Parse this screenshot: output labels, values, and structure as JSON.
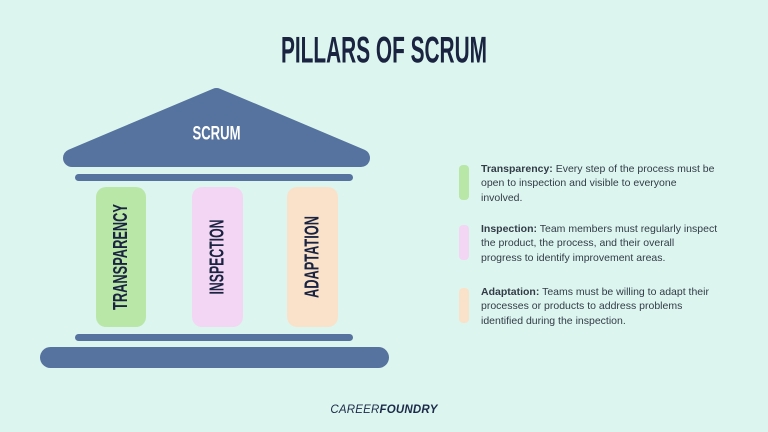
{
  "title": "PILLARS OF SCRUM",
  "colors": {
    "background": "#dcf6ef",
    "slate": "#56729e",
    "navy": "#1a2340",
    "white": "#ffffff",
    "green": "#b9e7a8",
    "pink": "#f3d6f3",
    "peach": "#fae2ca",
    "body_text": "#333b47"
  },
  "temple": {
    "roof_label": "SCRUM",
    "pillars": [
      {
        "label": "TRANSPARENCY",
        "color": "#b9e7a8"
      },
      {
        "label": "INSPECTION",
        "color": "#f3d6f3"
      },
      {
        "label": "ADAPTATION",
        "color": "#fae2ca"
      }
    ]
  },
  "legend": [
    {
      "label": "Transparency:",
      "line1": "Every step of the process must be",
      "line2": "open to inspection and visible to everyone",
      "line3": "involved.",
      "color": "#b9e7a8"
    },
    {
      "label": "Inspection:",
      "line1": "Team members must regularly inspect",
      "line2": "the product, the process, and their overall",
      "line3": "progress to identify improvement areas.",
      "color": "#f3d6f3"
    },
    {
      "label": "Adaptation:",
      "line1": "Teams must be willing to adapt their",
      "line2": "processes or products to address problems",
      "line3": "identified during the inspection.",
      "color": "#fae2ca"
    }
  ],
  "footer": {
    "brand_light": "CAREER",
    "brand_bold": "FOUNDRY"
  }
}
